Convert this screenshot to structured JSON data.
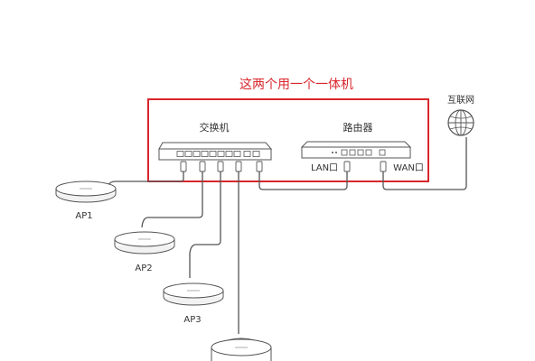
{
  "title": "这两个用一个一体机",
  "switch_label": "交换机",
  "router_label": "路由器",
  "internet_label": "互联网",
  "lan_label": "LAN口",
  "wan_label": "WAN口",
  "ap_labels": [
    "AP1",
    "AP2",
    "AP3"
  ],
  "colors": {
    "highlight": "#d9262c",
    "device_outline": "#555555",
    "cable": "#555555",
    "label": "#333333"
  }
}
